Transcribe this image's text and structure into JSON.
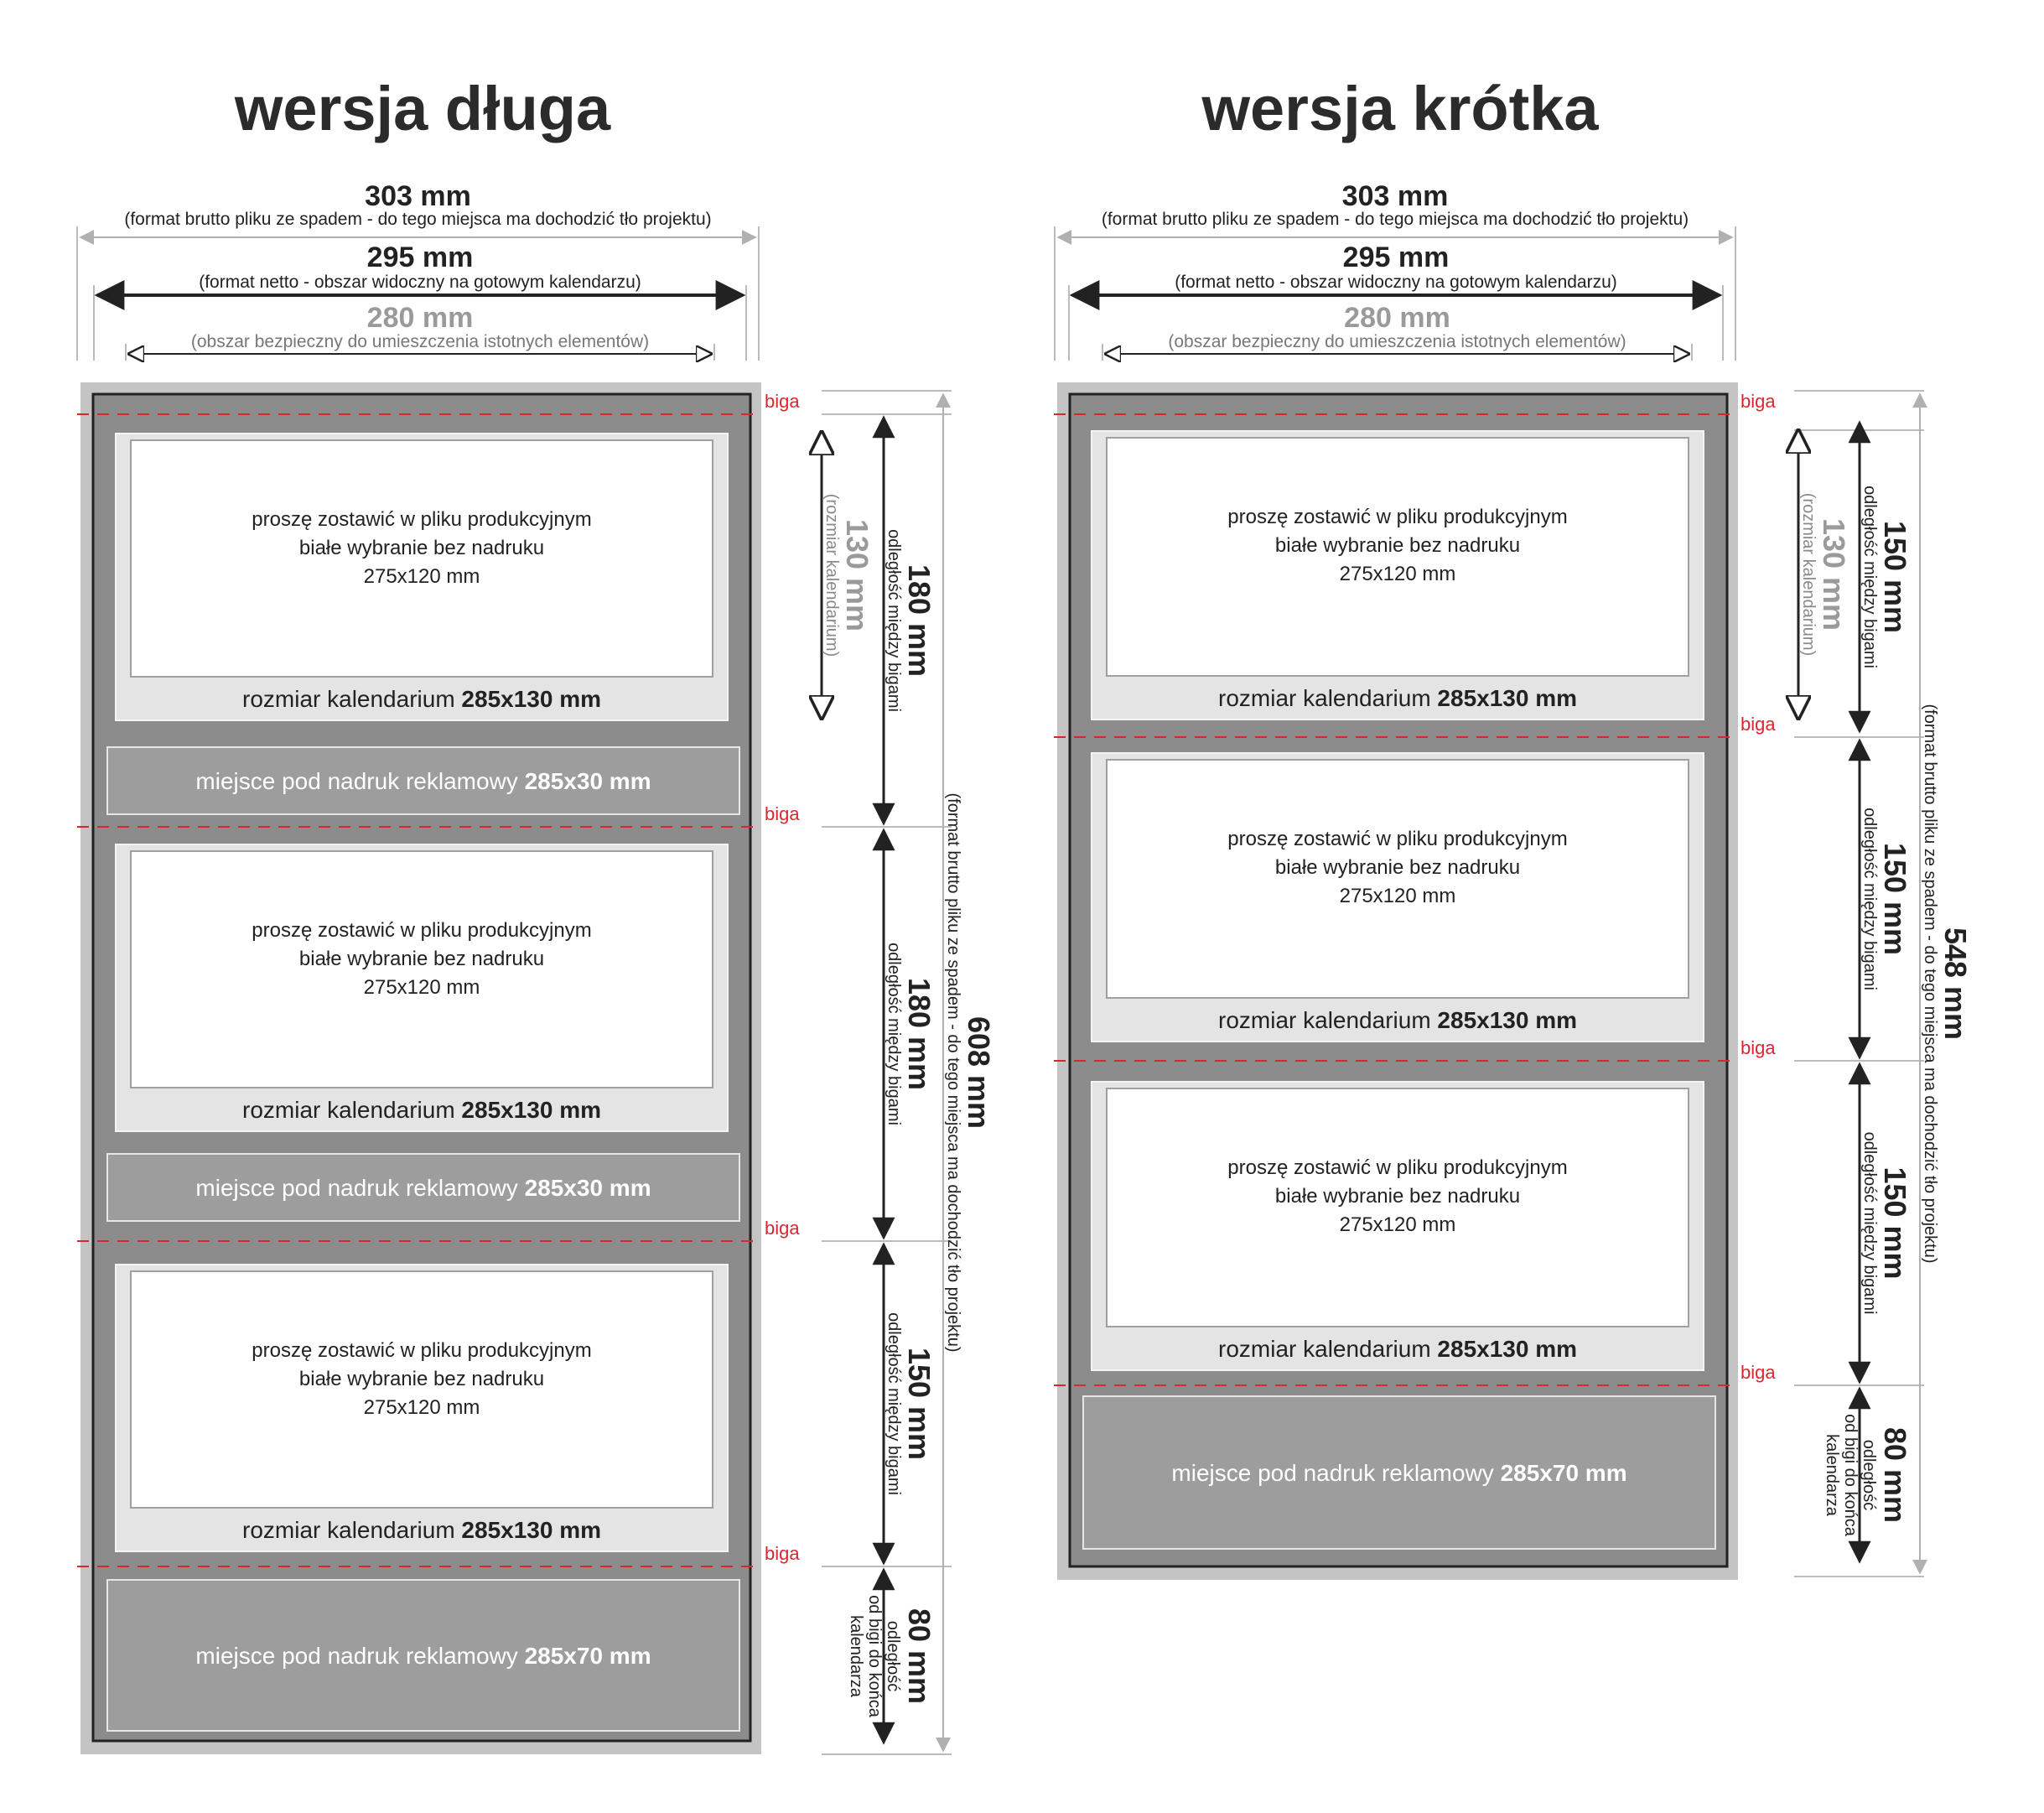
{
  "long": {
    "title": "wersja długa",
    "width_brutto": {
      "value": "303 mm",
      "note": "(format brutto pliku ze spadem - do tego miejsca ma dochodzić tło projektu)"
    },
    "width_netto": {
      "value": "295 mm",
      "note": "(format netto - obszar widoczny na gotowym kalendarzu)"
    },
    "width_safe": {
      "value": "280 mm",
      "note": "(obszar bezpieczny do umieszczenia istotnych elementów)"
    },
    "fold_label": "biga",
    "calendarium_note": [
      "proszę zostawić w pliku produkcyjnym",
      "białe wybranie bez nadruku",
      "275x120 mm"
    ],
    "calendarium_label": "rozmiar kalendarium ",
    "calendarium_size": "285x130 mm",
    "ad_label": "miejsce pod nadruk reklamowy ",
    "ad_small_size": "285x30 mm",
    "ad_large_size": "285x70 mm",
    "cal_height": {
      "value": "130 mm",
      "note": "(rozmiar kalendarium)"
    },
    "gaps": [
      {
        "value": "180 mm",
        "note": "odległość między bigami"
      },
      {
        "value": "180 mm",
        "note": "odległość między bigami"
      },
      {
        "value": "150 mm",
        "note": "odległość między bigami"
      }
    ],
    "end_gap": {
      "value": "80 mm",
      "note": [
        "odległość",
        "od bigi do końca",
        "kalendarza"
      ]
    },
    "total": {
      "value": "608 mm",
      "note": "(format brutto pliku ze spadem - do tego miejsca ma dochodzić tło projektu)"
    }
  },
  "short": {
    "title": "wersja krótka",
    "width_brutto": {
      "value": "303 mm",
      "note": "(format brutto pliku ze spadem - do tego miejsca ma dochodzić tło projektu)"
    },
    "width_netto": {
      "value": "295 mm",
      "note": "(format netto - obszar widoczny na gotowym kalendarzu)"
    },
    "width_safe": {
      "value": "280 mm",
      "note": "(obszar bezpieczny do umieszczenia istotnych elementów)"
    },
    "fold_label": "biga",
    "calendarium_note": [
      "proszę zostawić w pliku produkcyjnym",
      "białe wybranie bez nadruku",
      "275x120 mm"
    ],
    "calendarium_label": "rozmiar kalendarium ",
    "calendarium_size": "285x130 mm",
    "ad_label": "miejsce pod nadruk reklamowy ",
    "ad_large_size": "285x70 mm",
    "cal_height": {
      "value": "130 mm",
      "note": "(rozmiar kalendarium)"
    },
    "gaps": [
      {
        "value": "150 mm",
        "note": "odległość między bigami"
      },
      {
        "value": "150 mm",
        "note": "odległość między bigami"
      },
      {
        "value": "150 mm",
        "note": "odległość między bigami"
      }
    ],
    "end_gap": {
      "value": "80 mm",
      "note": [
        "odległość",
        "od bigi do końca",
        "kalendarza"
      ]
    },
    "total": {
      "value": "548 mm",
      "note": "(format brutto pliku ze spadem - do tego miejsca ma dochodzić tło projektu)"
    }
  },
  "colors": {
    "bleed": "#c4c4c4",
    "panel": "#8c8c8c",
    "outline": "#222222",
    "calendarium_frame": "#e4e4e4",
    "ad_fill": "#9d9d9d",
    "fold_line": "#d8282f",
    "dim_dark": "#222222",
    "dim_light": "#a8a8a8"
  }
}
